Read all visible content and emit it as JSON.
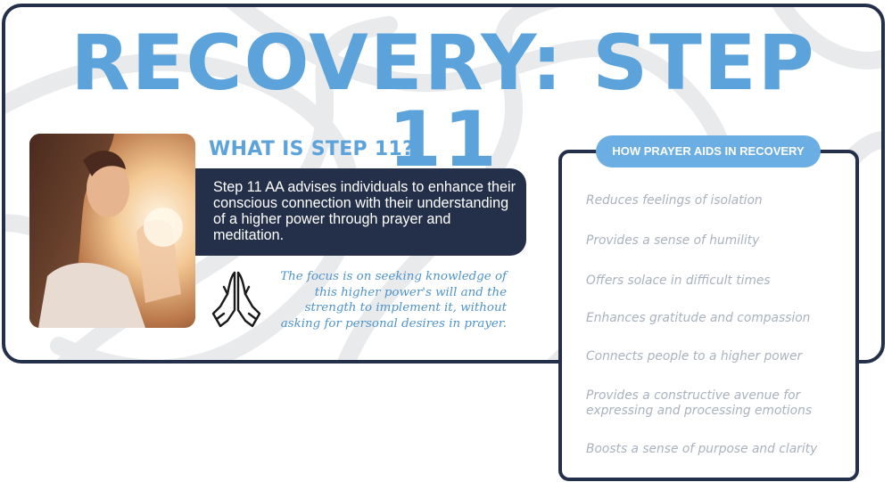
{
  "title": "RECOVERY: STEP 11",
  "subtitle": "WHAT IS STEP 11?",
  "definition": "Step 11 AA advises individuals to enhance their conscious connection with their understanding of a higher power through prayer and meditation.",
  "focus_quote": "The focus is on seeking knowledge of this higher power's will and the strength to implement it, without asking for personal desires in prayer.",
  "panel": {
    "heading": "HOW PRAYER AIDS IN RECOVERY",
    "benefits": [
      "Reduces feelings of isolation",
      "Provides a sense of humility",
      "Offers solace in difficult times",
      "Enhances gratitude and compassion",
      "Connects people to a higher power",
      "Provides a constructive avenue for expressing and processing emotions",
      "Boosts a sense of purpose and clarity"
    ]
  },
  "icons": {
    "hands": "praying-hands-icon"
  },
  "colors": {
    "accent_blue": "#5ba3da",
    "navy": "#24304a",
    "pill_blue": "#6aaee3",
    "benefit_gray": "#aab2bd"
  }
}
